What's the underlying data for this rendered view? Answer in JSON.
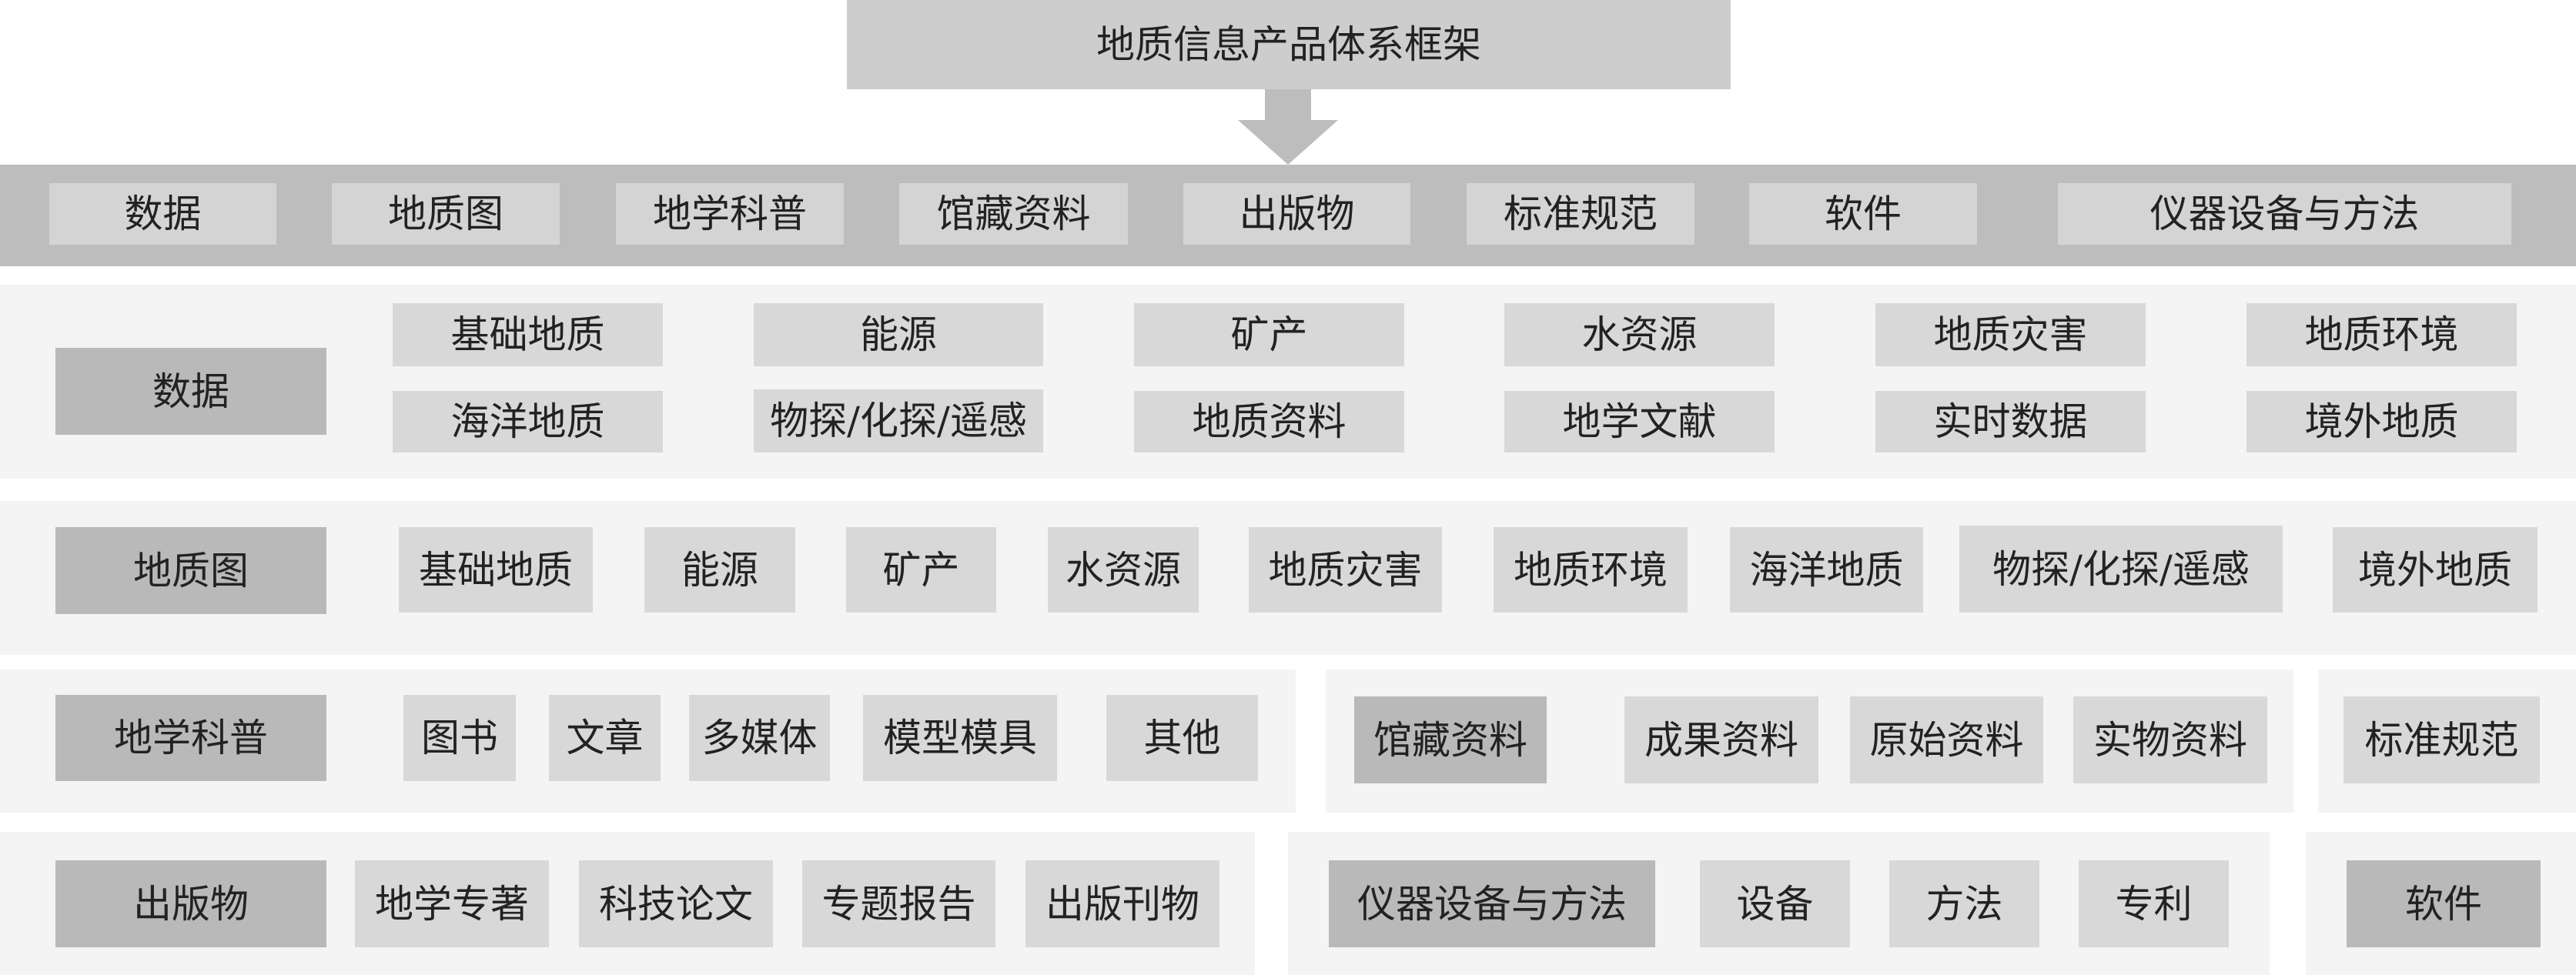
{
  "title": "地质信息产品体系框架",
  "categories": [
    "数据",
    "地质图",
    "地学科普",
    "馆藏资料",
    "出版物",
    "标准规范",
    "软件",
    "仪器设备与方法"
  ],
  "data_section": {
    "label": "数据",
    "row1": [
      "基础地质",
      "能源",
      "矿产",
      "水资源",
      "地质灾害",
      "地质环境"
    ],
    "row2": [
      "海洋地质",
      "物探/化探/遥感",
      "地质资料",
      "地学文献",
      "实时数据",
      "境外地质"
    ]
  },
  "geomap_section": {
    "label": "地质图",
    "items": [
      "基础地质",
      "能源",
      "矿产",
      "水资源",
      "地质灾害",
      "地质环境",
      "海洋地质",
      "物探/化探/遥感",
      "境外地质"
    ]
  },
  "popsci_section": {
    "label": "地学科普",
    "items": [
      "图书",
      "文章",
      "多媒体",
      "模型模具",
      "其他"
    ]
  },
  "archive_section": {
    "label": "馆藏资料",
    "items": [
      "成果资料",
      "原始资料",
      "实物资料"
    ]
  },
  "standards_section": {
    "label": "标准规范"
  },
  "publication_section": {
    "label": "出版物",
    "items": [
      "地学专著",
      "科技论文",
      "专题报告",
      "出版刊物"
    ]
  },
  "instrument_section": {
    "label": "仪器设备与方法",
    "items": [
      "设备",
      "方法",
      "专利"
    ]
  },
  "software_section": {
    "label": "软件"
  },
  "colors": {
    "band": "#bdbdbd",
    "panel": "#f4f4f4",
    "label_box": "#b9b9b9",
    "item_box": "#d8d8d8",
    "text": "#222222"
  }
}
